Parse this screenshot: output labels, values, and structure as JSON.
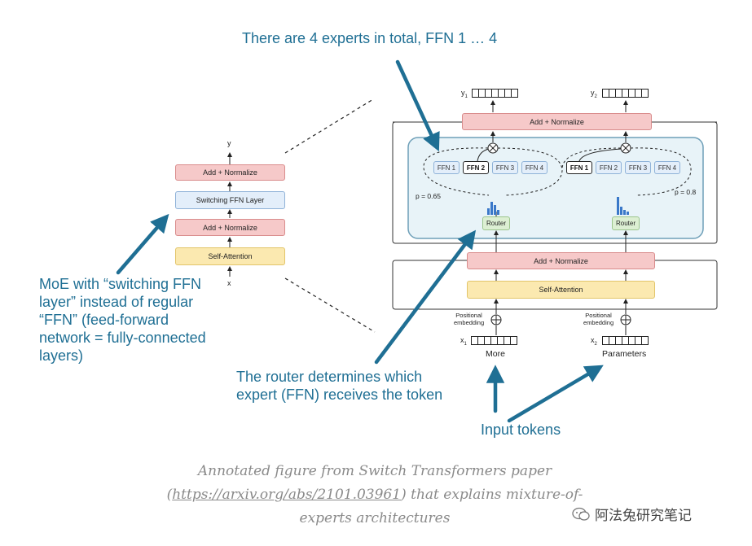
{
  "small_model": {
    "y_label": "y",
    "x_label": "x",
    "add_normalize_top": "Add + Normalize",
    "switching_ffn": "Switching FFN Layer",
    "add_normalize_bottom": "Add + Normalize",
    "self_attention": "Self-Attention"
  },
  "big_model": {
    "y1": "y",
    "y1_sub": "1",
    "y2": "y",
    "y2_sub": "2",
    "x1": "x",
    "x1_sub": "1",
    "x2": "x",
    "x2_sub": "2",
    "add_normalize_top": "Add + Normalize",
    "add_normalize_bottom": "Add + Normalize",
    "self_attention": "Self-Attention",
    "left_experts": [
      "FFN 1",
      "FFN 2",
      "FFN 3",
      "FFN 4"
    ],
    "right_experts": [
      "FFN 1",
      "FFN 2",
      "FFN 3",
      "FFN 4"
    ],
    "left_active_expert": 1,
    "right_active_expert": 0,
    "left_prob": "p = 0.65",
    "right_prob": "p = 0.8",
    "router_left": "Router",
    "router_right": "Router",
    "positional_left": "Positional\nembedding",
    "positional_right": "Positional\nembedding",
    "token_left": "More",
    "token_right": "Parameters"
  },
  "annotations": {
    "experts_total": "There are 4 experts in total, FFN 1 … 4",
    "moe_note": "MoE with “switching FFN layer” instead of regular “FFN” (feed-forward network = fully-connected layers)",
    "router_note": "The router determines which expert (FFN) receives the token",
    "input_tokens": "Input tokens"
  },
  "caption": {
    "line1": "Annotated figure from Switch Transformers paper",
    "link": "https://arxiv.org/abs/2101.03961",
    "line2_rest": " that explains mixture-of-",
    "line3": "experts architectures"
  },
  "watermark": "阿法兔研究笔记",
  "colors": {
    "annotation": "#1f6f94",
    "add_normalize": "#f6c9c9",
    "self_attention": "#fbe9b0",
    "switching_ffn": "#e3eefa",
    "router": "#dcefd3",
    "caption": "#8a8a8a"
  }
}
